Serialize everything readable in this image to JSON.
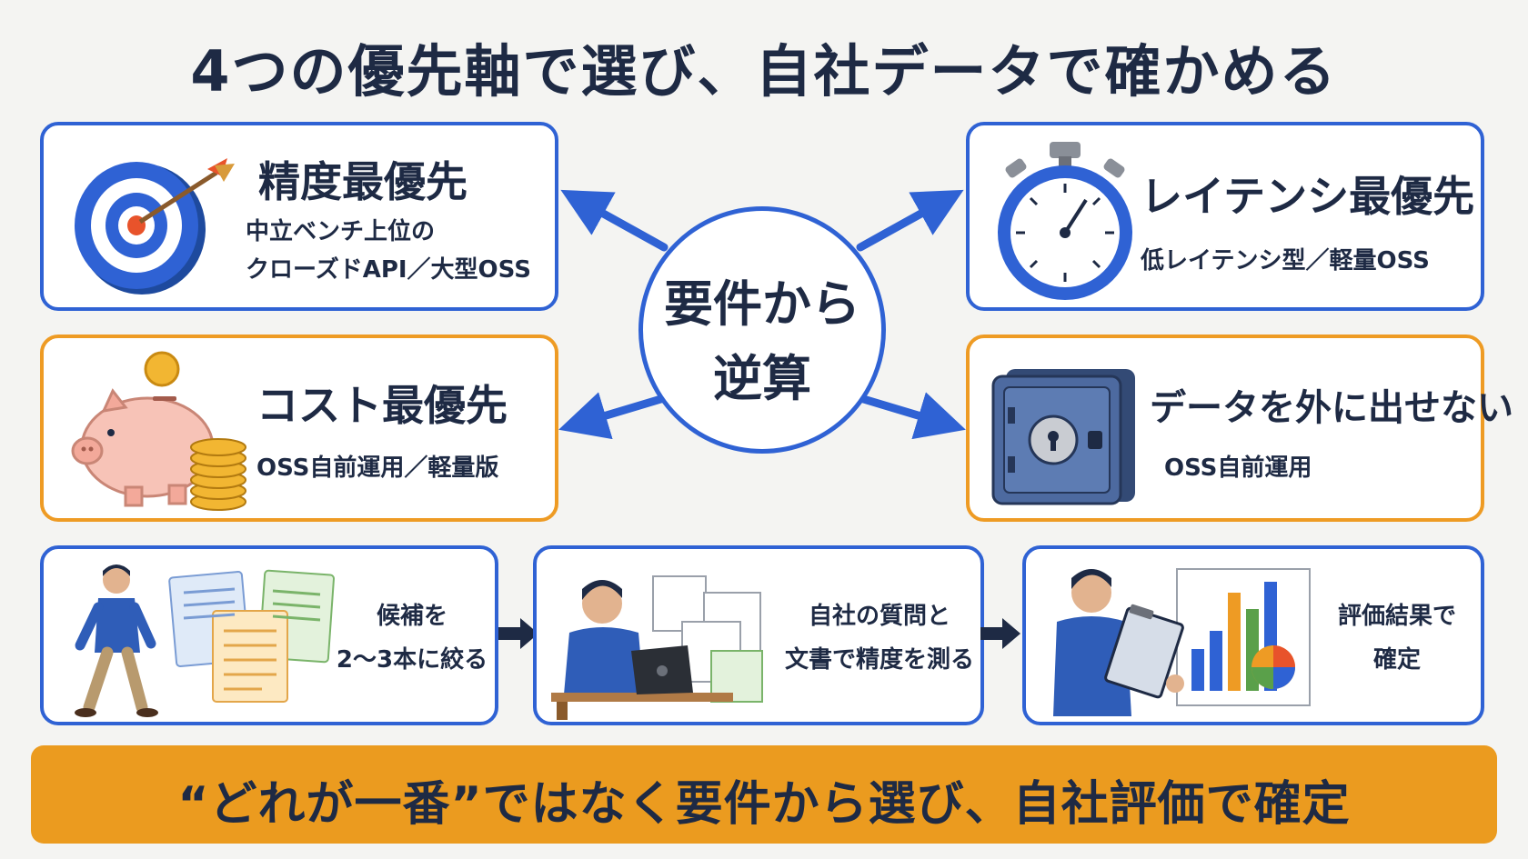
{
  "title": "4つの優先軸で選び、自社データで確かめる",
  "center": {
    "line1": "要件から",
    "line2": "逆算"
  },
  "quadrants": {
    "accuracy": {
      "title": "精度最優先",
      "sub1": "中立ベンチ上位の",
      "sub2": "クローズドAPI／大型OSS"
    },
    "latency": {
      "title": "レイテンシ最優先",
      "sub1": "低レイテンシ型／軽量OSS"
    },
    "cost": {
      "title": "コスト最優先",
      "sub1": "OSS自前運用／軽量版"
    },
    "privacy": {
      "title": "データを外に出せない",
      "sub1": "OSS自前運用"
    }
  },
  "steps": [
    {
      "line1": "候補を",
      "line2": "2〜3本に絞る"
    },
    {
      "line1": "自社の質問と",
      "line2": "文書で精度を測る"
    },
    {
      "line1": "評価結果で",
      "line2": "確定"
    }
  ],
  "banner": "“どれが一番”ではなく要件から選び、自社評価で確定",
  "colors": {
    "accent_blue": "#2f62d4",
    "accent_orange": "#ee9b24",
    "navy": "#1e2a44"
  }
}
